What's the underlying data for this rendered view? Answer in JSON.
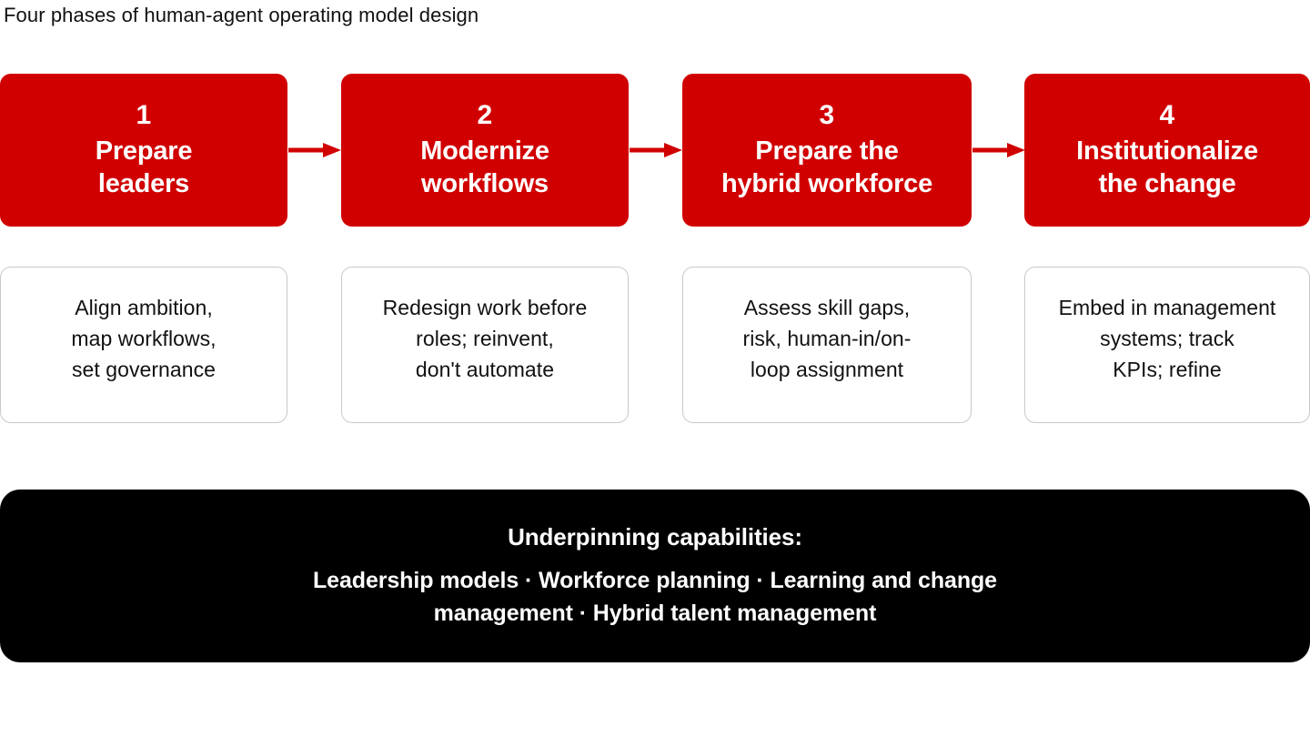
{
  "title": "Four phases of human-agent operating model design",
  "colors": {
    "phase_fill": "#D10000",
    "arrow": "#D10000",
    "desc_border": "#c9c9c9",
    "banner_bg": "#000000",
    "text": "#111111",
    "on_dark": "#ffffff"
  },
  "phases": [
    {
      "number": "1",
      "title": "Prepare\nleaders",
      "description": "Align ambition,\nmap workflows,\nset governance"
    },
    {
      "number": "2",
      "title": "Modernize\nworkflows",
      "description": "Redesign work before\nroles; reinvent,\ndon't automate"
    },
    {
      "number": "3",
      "title": "Prepare the\nhybrid workforce",
      "description": "Assess skill gaps,\nrisk, human-in/on-\nloop assignment"
    },
    {
      "number": "4",
      "title": "Institutionalize\nthe change",
      "description": "Embed in management\nsystems; track\nKPIs; refine"
    }
  ],
  "arrows": [
    {
      "name": "arrow-phase-1-to-2"
    },
    {
      "name": "arrow-phase-2-to-3"
    },
    {
      "name": "arrow-phase-3-to-4"
    }
  ],
  "footer": {
    "heading": "Underpinning capabilities:",
    "body": "Leadership models · Workforce planning · Learning and change\nmanagement · Hybrid talent management"
  }
}
